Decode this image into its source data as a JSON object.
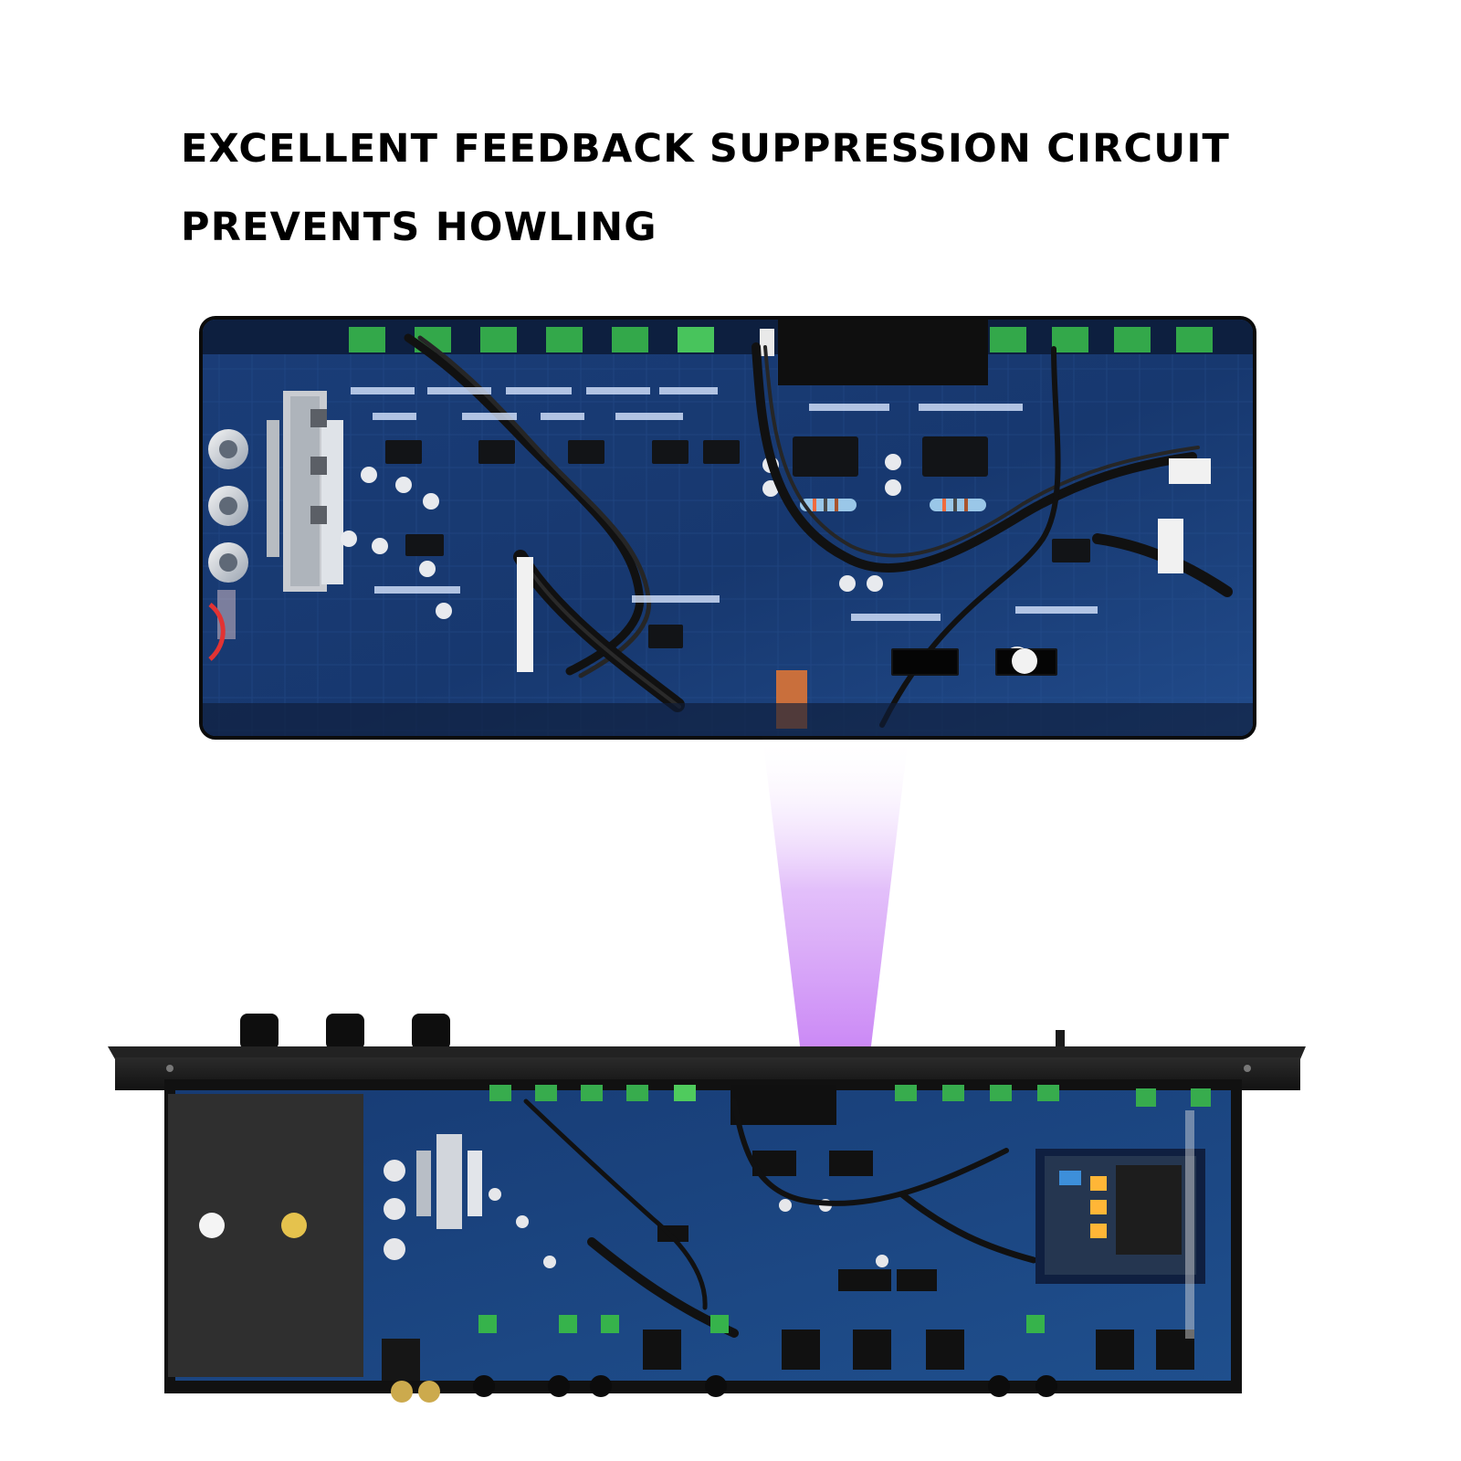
{
  "headline": {
    "line1": "EXCELLENT FEEDBACK SUPPRESSION CIRCUIT",
    "line2": "PREVENTS HOWLING"
  },
  "colors": {
    "pcb_blue": "#1b3f79",
    "pcb_dark": "#12305f",
    "chassis_black": "#1a1a1a",
    "connector_green": "#39b24a",
    "beam_purple": "#b25cf0"
  },
  "icons": {
    "highlight_beam": "purple-light-beam"
  }
}
